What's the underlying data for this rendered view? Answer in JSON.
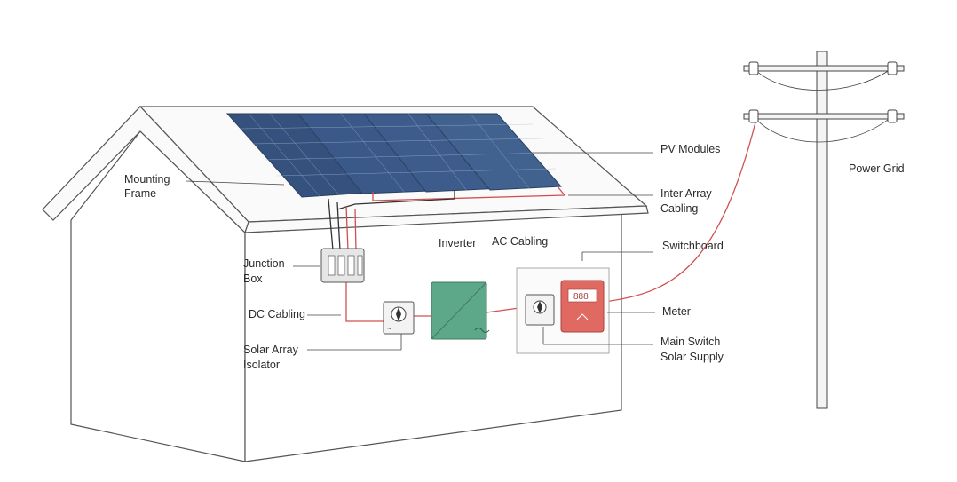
{
  "labels": {
    "pv_modules": "PV Modules",
    "mounting_frame_1": "Mounting",
    "mounting_frame_2": "Frame",
    "inter_array_1": "Inter Array",
    "inter_array_2": "Cabling",
    "switchboard": "Switchboard",
    "inverter": "Inverter",
    "ac_cabling": "AC Cabling",
    "junction_box_1": "Junction",
    "junction_box_2": "Box",
    "dc_cabling": "DC Cabling",
    "solar_array_isolator_1": "Solar Array",
    "solar_array_isolator_2": "Isolator",
    "meter": "Meter",
    "main_switch_1": "Main Switch",
    "main_switch_2": "Solar Supply",
    "power_grid": "Power Grid"
  },
  "meter_display": "888",
  "colors": {
    "panel": "#3f5f8f",
    "inverter": "#5ea88a",
    "meter": "#e06a62",
    "cable_red": "#d05050"
  }
}
